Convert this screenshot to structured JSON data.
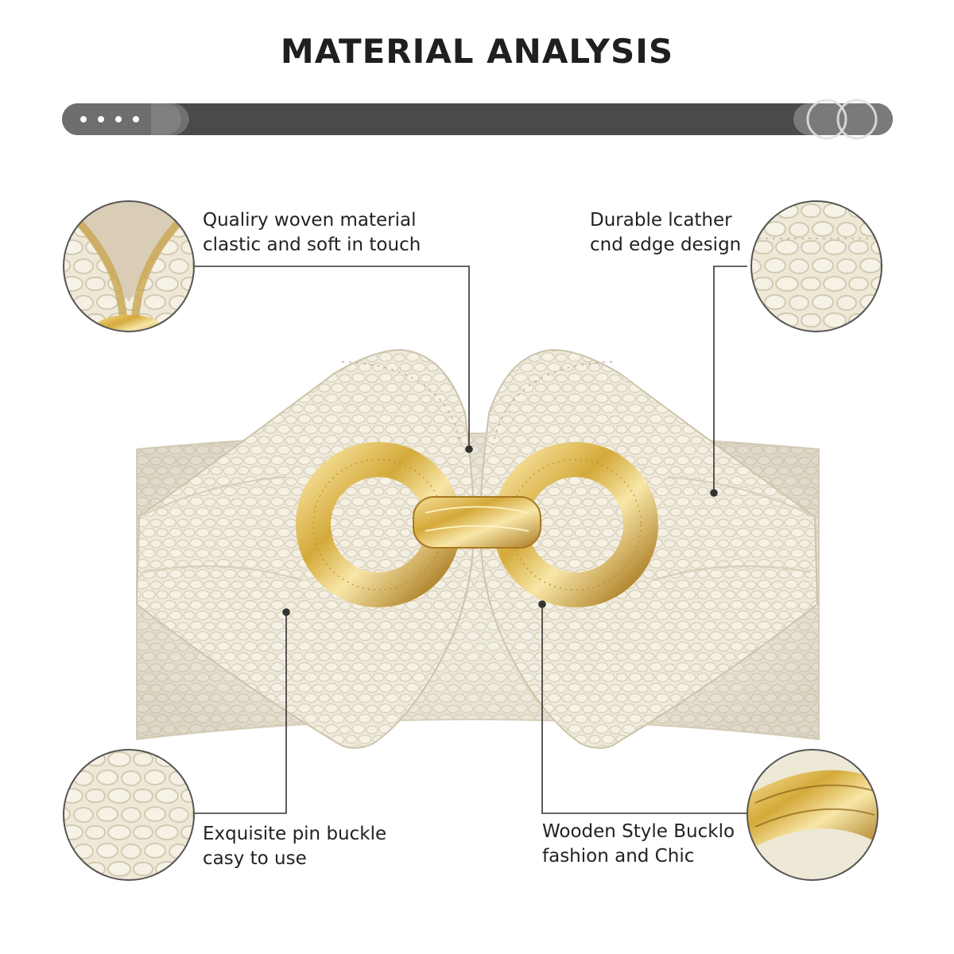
{
  "title": "MATERIAL ANALYSIS",
  "features": [
    {
      "line1": "Qualiry woven material",
      "line2": "clastic and soft in touch"
    },
    {
      "line1": "Durable lcather",
      "line2": "cnd edge design"
    },
    {
      "line1": "Exquisite pin buckle",
      "line2": "casy to use"
    },
    {
      "line1": "Wooden Style Bucklo",
      "line2": "fashion and Chic"
    }
  ],
  "colors": {
    "strap": "#4a4a4a",
    "leather": "#efeadb",
    "gold": "#d4a93a",
    "leader_line": "#333333"
  }
}
